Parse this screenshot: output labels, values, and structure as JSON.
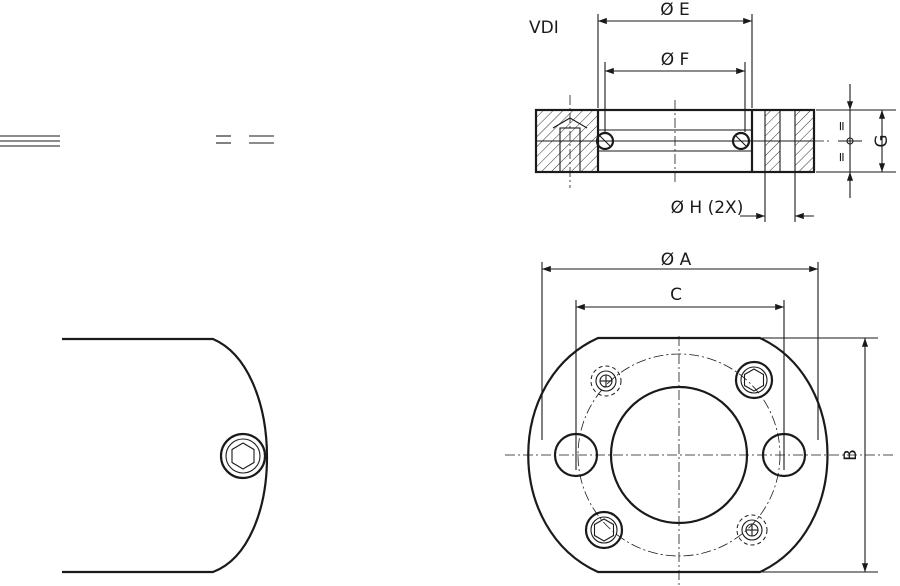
{
  "drawing": {
    "standard_label": "VDI",
    "dims": {
      "E": "Ø E",
      "F": "Ø F",
      "H": "Ø H (2X)",
      "G": "G",
      "A": "Ø A",
      "C": "C",
      "B": "B"
    },
    "equal_marks": {
      "left": "=",
      "right": "="
    }
  }
}
